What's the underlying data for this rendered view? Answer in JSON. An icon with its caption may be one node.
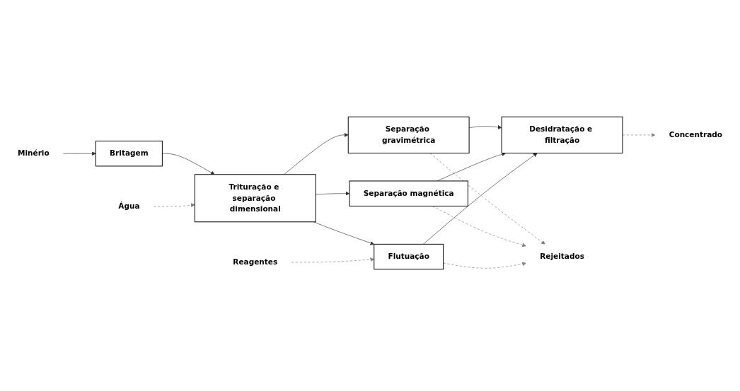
{
  "diagram": {
    "nodes": [
      {
        "text": [
          "Minério"
        ]
      },
      {
        "text": [
          "Britagem"
        ]
      },
      {
        "text": [
          "Trituração e separação dimensional"
        ]
      },
      {
        "text": [
          "Água"
        ]
      },
      {
        "text": [
          "Separação gravimétrica"
        ]
      },
      {
        "text": [
          "Separação magnética"
        ]
      },
      {
        "text": [
          "Flutuação"
        ]
      },
      {
        "text": [
          "Reagentes"
        ]
      },
      {
        "text": [
          "Desidratação e filtração"
        ]
      },
      {
        "text": [
          "Concentrado"
        ]
      },
      {
        "text": [
          "Rejeitados"
        ]
      }
    ],
    "edges": [
      {
        "from": 0,
        "to": 1,
        "arrow": "to"
      },
      {
        "from": 1,
        "to": 2,
        "arrow": "to"
      },
      {
        "from": 3,
        "to": 2,
        "arrow": "to",
        "style": "dashed",
        "color": "#808080"
      },
      {
        "from": 2,
        "to": 4,
        "arrow": "to"
      },
      {
        "from": 2,
        "to": 5,
        "arrow": "to"
      },
      {
        "from": 2,
        "to": 6,
        "arrow": "to"
      },
      {
        "from": 7,
        "to": 6,
        "arrow": "to",
        "style": "dashed",
        "color": "#808080"
      },
      {
        "from": 4,
        "to": 8,
        "arrow": "to"
      },
      {
        "from": 5,
        "to": 8,
        "arrow": "to"
      },
      {
        "from": 6,
        "to": 8,
        "arrow": "to"
      },
      {
        "from": 8,
        "to": 9,
        "arrow": "to",
        "style": "dashed",
        "color": "#808080"
      },
      {
        "from": 4,
        "to": 10,
        "arrow": "to",
        "style": "dashed",
        "color": "#808080"
      },
      {
        "from": 5,
        "to": 10,
        "arrow": "to",
        "style": "dashed",
        "color": "#808080"
      },
      {
        "from": 6,
        "to": 10,
        "arrow": "to",
        "style": "dashed",
        "color": "#808080"
      }
    ]
  }
}
